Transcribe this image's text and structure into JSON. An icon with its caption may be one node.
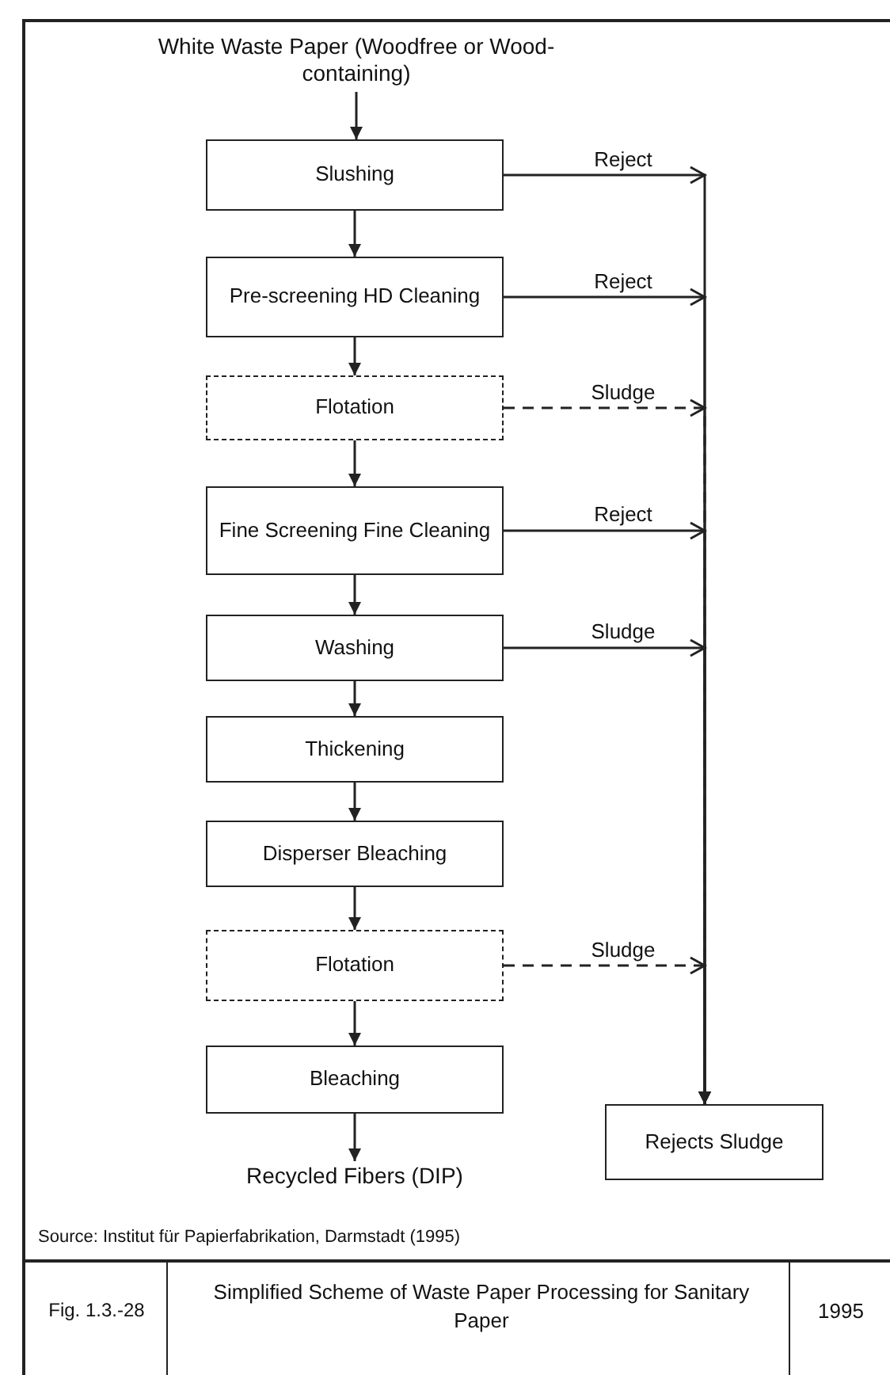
{
  "diagram": {
    "title": "Simplified Scheme of Waste Paper Processing for Sanitary Paper",
    "nodes": [
      {
        "text": [
          "White Waste Paper (Woodfree or Wood-containing)"
        ]
      },
      {
        "text": [
          "Slushing"
        ]
      },
      {
        "text": [
          "Pre-screening HD Cleaning"
        ]
      },
      {
        "text": [
          "Flotation"
        ]
      },
      {
        "text": [
          "Fine Screening Fine Cleaning"
        ]
      },
      {
        "text": [
          "Washing"
        ]
      },
      {
        "text": [
          "Thickening"
        ]
      },
      {
        "text": [
          "Disperser Bleaching"
        ]
      },
      {
        "text": [
          "Flotation"
        ]
      },
      {
        "text": [
          "Bleaching"
        ]
      },
      {
        "text": [
          "Recycled Fibers (DIP)"
        ]
      },
      {
        "text": [
          "Rejects Sludge"
        ]
      }
    ],
    "edges": [
      {
        "from": 0,
        "to": 1,
        "arrow": "to"
      },
      {
        "from": 1,
        "to": 2,
        "arrow": "to"
      },
      {
        "from": 2,
        "to": 3,
        "arrow": "to"
      },
      {
        "from": 3,
        "to": 4,
        "arrow": "to"
      },
      {
        "from": 4,
        "to": 5,
        "arrow": "to"
      },
      {
        "from": 5,
        "to": 6,
        "arrow": "to"
      },
      {
        "from": 6,
        "to": 7,
        "arrow": "to"
      },
      {
        "from": 7,
        "to": 8,
        "arrow": "to"
      },
      {
        "from": 8,
        "to": 9,
        "arrow": "to"
      },
      {
        "from": 9,
        "to": 10,
        "arrow": "to"
      },
      {
        "from": 1,
        "to": 11,
        "arrow": "to",
        "label": "Reject"
      },
      {
        "from": 2,
        "to": 11,
        "arrow": "to",
        "label": "Reject"
      },
      {
        "from": 3,
        "to": 11,
        "arrow": "to",
        "label": "Sludge",
        "style": "dashed"
      },
      {
        "from": 4,
        "to": 11,
        "arrow": "to",
        "label": "Reject"
      },
      {
        "from": 5,
        "to": 11,
        "arrow": "to",
        "label": "Sludge"
      },
      {
        "from": 8,
        "to": 11,
        "arrow": "to",
        "label": "Sludge",
        "style": "dashed"
      }
    ],
    "labels": [
      "Source: Institut für Papierfabrikation, Darmstadt (1995)",
      "Fig. 1.3.-28",
      "1995"
    ]
  }
}
